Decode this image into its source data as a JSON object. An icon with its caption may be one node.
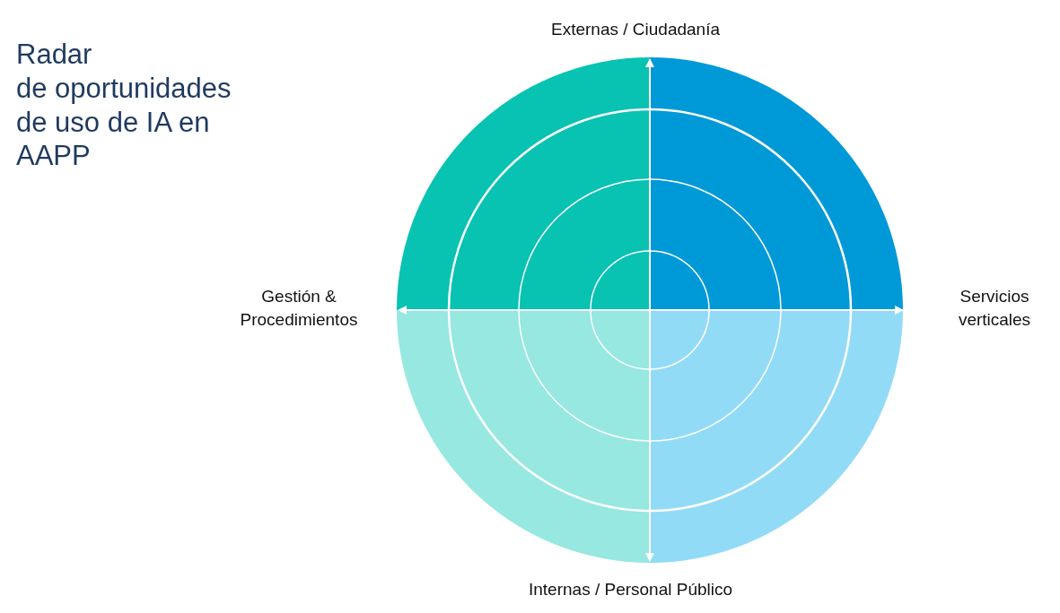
{
  "diagram": {
    "title": "Radar de oportunidades de uso de IA en AAPP",
    "labels": [
      "Externas / Ciudadanía",
      "Gestión & Procedimientos",
      "Servicios verticales",
      "Internas / Personal Público"
    ]
  }
}
